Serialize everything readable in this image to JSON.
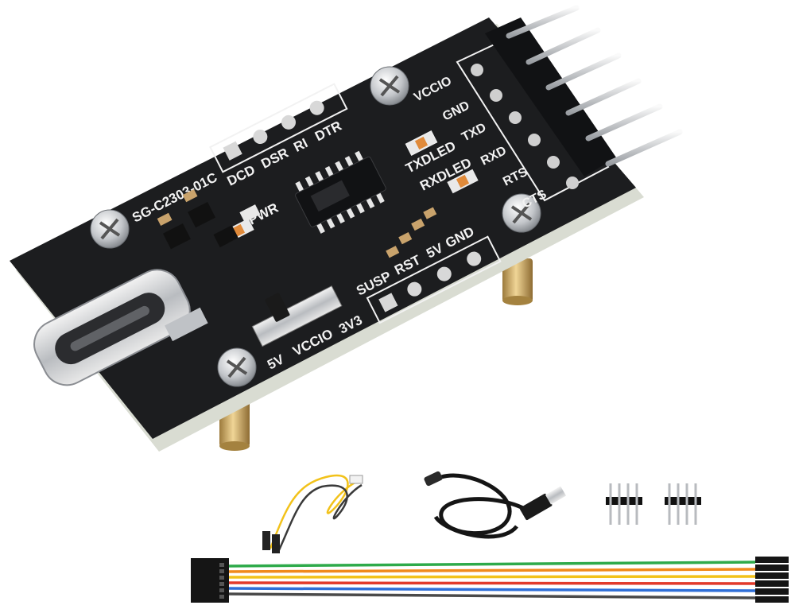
{
  "board": {
    "model": "SG-C2303-01C",
    "top_pins": [
      "DCD",
      "DSR",
      "RI",
      "DTR"
    ],
    "header_pins": [
      "VCCIO",
      "GND",
      "TXD",
      "RXD",
      "RTS",
      "CTS"
    ],
    "led_labels": {
      "tx": "TXDLED",
      "rx": "RXDLED",
      "pwr": "PWR"
    },
    "bottom_pins": [
      "SUSP",
      "RST",
      "5V",
      "GND"
    ],
    "switch_labels": [
      "5V",
      "VCCIO",
      "3V3"
    ]
  },
  "colors": {
    "pcb": "#1c1d1f",
    "pcb_edge": "#d9dcd2",
    "silkscreen": "#f2f2f2",
    "brass": "#c8a35c",
    "wires": [
      "#2eaa4a",
      "#f08a1c",
      "#f2c21a",
      "#e23a2b",
      "#2f6fd8",
      "#4a4a4a"
    ]
  },
  "accessories": [
    "jumper-wire-pair",
    "usb-cable",
    "pin-header-4p",
    "pin-header-4p",
    "dupont-ribbon-6p"
  ]
}
